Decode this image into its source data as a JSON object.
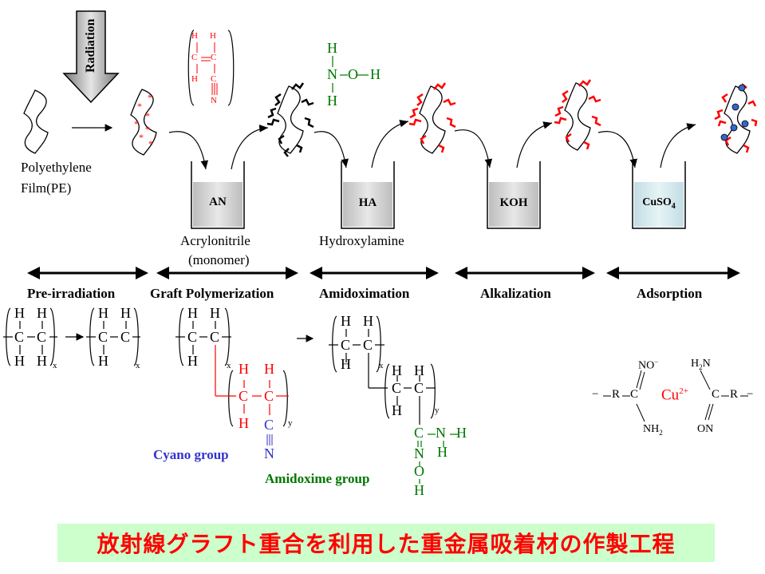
{
  "top": {
    "radiation": "Radiation",
    "film_label_1": "Polyethylene",
    "film_label_2": "Film(PE)",
    "beakers": [
      "AN",
      "HA",
      "KOH",
      "CuSO"
    ],
    "cuso4_subscript": "4",
    "acrylonitrile_1": "Acrylonitrile",
    "acrylonitrile_2": "(monomer)",
    "hydroxylamine": "Hydroxylamine"
  },
  "an_structure": {
    "h": "H",
    "c": "C",
    "n": "N"
  },
  "ha_structure": {
    "h": "H",
    "n": "N",
    "o": "O"
  },
  "stages": [
    "Pre-irradiation",
    "Graft Polymerization",
    "Amidoximation",
    "Alkalization",
    "Adsorption"
  ],
  "bottom": {
    "h": "H",
    "c": "C",
    "n": "N",
    "o": "O",
    "x": "x",
    "y": "y",
    "cyano_group": "Cyano group",
    "amidoxime_group": "Amidoxime group",
    "r": "R",
    "no_minus": "NO",
    "minus": "−",
    "nh2": "NH",
    "two": "2",
    "h2n": "H",
    "n_after": "N",
    "on": "ON",
    "cu": "Cu",
    "cu_charge": "2+"
  },
  "footer": {
    "title": "放射線グラフト重合を利用した重金属吸着材の作製工程"
  },
  "colors": {
    "red": "#ff0000",
    "green": "#007700",
    "blue": "#3333cc",
    "beaker_gray": "#d4d4d4",
    "beaker_blue": "#d6ecf0",
    "footer_bg": "#ccffcc"
  }
}
